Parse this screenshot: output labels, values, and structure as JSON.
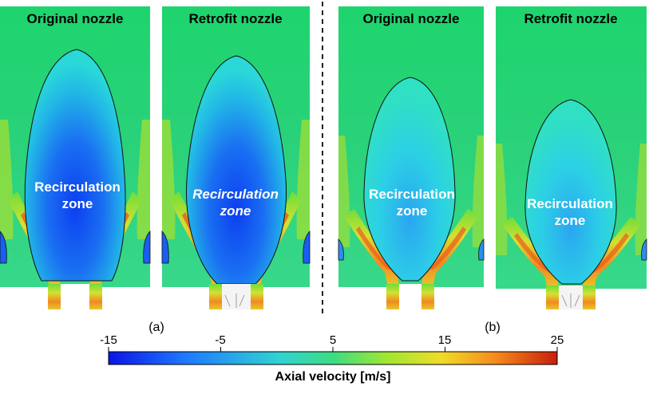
{
  "panels": [
    {
      "group": "a",
      "title": "Original nozzle",
      "zone_line1": "Recirculation",
      "zone_line2": "zone"
    },
    {
      "group": "a",
      "title": "Retrofit nozzle",
      "zone_line1": "Recirculation",
      "zone_line2": "zone"
    },
    {
      "group": "b",
      "title": "Original nozzle",
      "zone_line1": "Recirculation",
      "zone_line2": "zone"
    },
    {
      "group": "b",
      "title": "Retrofit nozzle",
      "zone_line1": "Recirculation",
      "zone_line2": "zone"
    }
  ],
  "subfigure_labels": [
    "(a)",
    "(b)"
  ],
  "colorbar": {
    "title": "Axial velocity [m/s]",
    "ticks": [
      "-15",
      "-5",
      "5",
      "15",
      "25"
    ],
    "min": -15,
    "max": 25,
    "colors": [
      "#0a14e6",
      "#1e78ff",
      "#32d2d2",
      "#3cdc82",
      "#a0e632",
      "#f0dc28",
      "#f58c1e",
      "#c81e0a"
    ]
  }
}
